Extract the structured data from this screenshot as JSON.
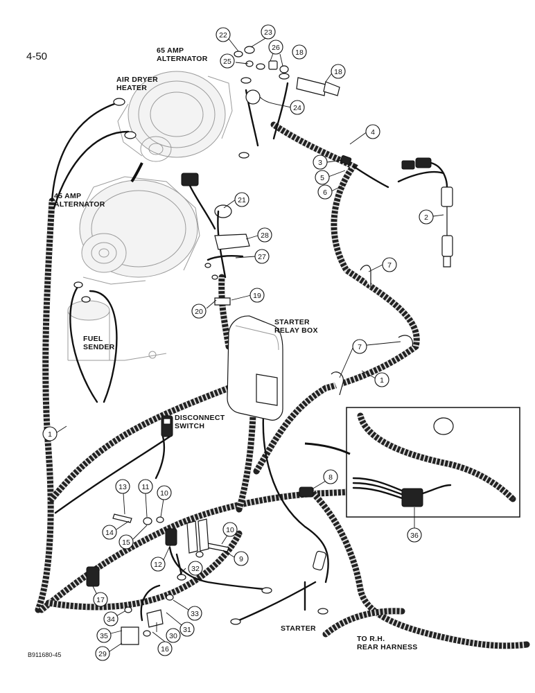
{
  "page_number": "4-50",
  "figure_code": "B911680-45",
  "labels": {
    "alt65": [
      "65 AMP",
      "ALTERNATOR"
    ],
    "air_dryer": [
      "AIR DRYER",
      "HEATER"
    ],
    "alt45": [
      "45 AMP",
      "ALTERNATOR"
    ],
    "fuel_sender": [
      "FUEL",
      "SENDER"
    ],
    "starter_relay": [
      "STARTER",
      "RELAY BOX"
    ],
    "disconnect": [
      "DISCONNECT",
      "SWITCH"
    ],
    "starter": "STARTER",
    "rear_harness": [
      "TO R.H.",
      "REAR HARNESS"
    ]
  },
  "callouts": [
    {
      "id": "c22",
      "n": "22"
    },
    {
      "id": "c23",
      "n": "23"
    },
    {
      "id": "c26",
      "n": "26"
    },
    {
      "id": "c18a",
      "n": "18"
    },
    {
      "id": "c25",
      "n": "25"
    },
    {
      "id": "c18b",
      "n": "18"
    },
    {
      "id": "c24",
      "n": "24"
    },
    {
      "id": "c4",
      "n": "4"
    },
    {
      "id": "c3",
      "n": "3"
    },
    {
      "id": "c5",
      "n": "5"
    },
    {
      "id": "c6",
      "n": "6"
    },
    {
      "id": "c2",
      "n": "2"
    },
    {
      "id": "c21",
      "n": "21"
    },
    {
      "id": "c28",
      "n": "28"
    },
    {
      "id": "c27",
      "n": "27"
    },
    {
      "id": "c7a",
      "n": "7"
    },
    {
      "id": "c19",
      "n": "19"
    },
    {
      "id": "c20",
      "n": "20"
    },
    {
      "id": "c7b",
      "n": "7"
    },
    {
      "id": "c1a",
      "n": "1"
    },
    {
      "id": "c1b",
      "n": "1"
    },
    {
      "id": "c8",
      "n": "8"
    },
    {
      "id": "c13",
      "n": "13"
    },
    {
      "id": "c11",
      "n": "11"
    },
    {
      "id": "c10a",
      "n": "10"
    },
    {
      "id": "c14",
      "n": "14"
    },
    {
      "id": "c15",
      "n": "15"
    },
    {
      "id": "c10b",
      "n": "10"
    },
    {
      "id": "c9",
      "n": "9"
    },
    {
      "id": "c12",
      "n": "12"
    },
    {
      "id": "c32",
      "n": "32"
    },
    {
      "id": "c17",
      "n": "17"
    },
    {
      "id": "c34",
      "n": "34"
    },
    {
      "id": "c33",
      "n": "33"
    },
    {
      "id": "c31",
      "n": "31"
    },
    {
      "id": "c35",
      "n": "35"
    },
    {
      "id": "c30",
      "n": "30"
    },
    {
      "id": "c16",
      "n": "16"
    },
    {
      "id": "c29",
      "n": "29"
    },
    {
      "id": "c36",
      "n": "36"
    }
  ],
  "icons": {
    "alternator": "alternator-drawing",
    "relay_box": "relay-box-drawing",
    "connector": "connector-drawing"
  }
}
